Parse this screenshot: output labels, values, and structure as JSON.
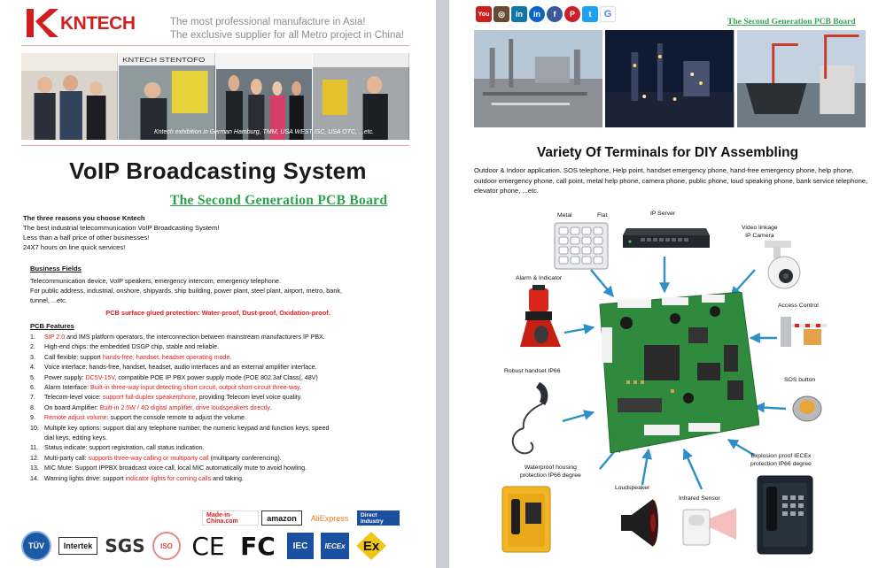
{
  "left": {
    "logo_text": "KNTECH",
    "tagline": [
      "The most professional manufacture in Asia!",
      "The exclusive supplier for all Metro project in China!"
    ],
    "banner_caption": "Kntech exhibition in German Hamburg, TMM, USA WEST ISC, USA OTC, ...etc.",
    "banner_sign": "KNTECH STENTOFO",
    "title": "VoIP Broadcasting System",
    "subtitle": "The Second Generation PCB Board",
    "reasons_heading": "The three reasons you choose Kntech",
    "reasons": [
      "The best industrial telecommunication VoIP Broadcasting System!",
      "Less than a half price of other businesses!",
      "24X7 hours on line quick services!"
    ],
    "business_heading": "Business Fields",
    "business_lines": [
      "Telecommunication device, VoIP speakers, emergency intercom, emergency telephone.",
      "For public address, industrial, onshore, shipyards, ship building, power plant, steel plant, airport, metro, bank,",
      "tunnel, ...etc."
    ],
    "protection": "PCB surface glued protection: Water-proof, Dust-proof, Oxidation-proof.",
    "features_heading": "PCB Features",
    "features": [
      {
        "n": "1.",
        "a": "",
        "r": "SIP 2.0",
        "b": " and IMS platform operators, the interconnection between mainstream manufacturers IP PBX."
      },
      {
        "n": "2.",
        "a": "High-end chips: the embedded DSGP chip, stable and reliable.",
        "r": "",
        "b": ""
      },
      {
        "n": "3.",
        "a": "Call flexible: support ",
        "r": "hands-free, handset, headset operating mode",
        "b": "."
      },
      {
        "n": "4.",
        "a": "Voice interface: hands-free, handset, headset, audio interfaces and an external amplifier interface.",
        "r": "",
        "b": ""
      },
      {
        "n": "5.",
        "a": "Power supply: ",
        "r": "DC5V-15V",
        "b": ", compatible POE IP PBX power supply mode (POE 802.3af Class(, 48V)"
      },
      {
        "n": "6.",
        "a": "Alarm Interface: ",
        "r": "Built-in three-way input detecting short circuit, output short-circuit three-way",
        "b": "."
      },
      {
        "n": "7.",
        "a": "Telecom-level voice: ",
        "r": "support full-duplex speakerphone",
        "b": ", providing Telecom level voice quality."
      },
      {
        "n": "8.",
        "a": "On board Amplifier: ",
        "r": "Built-in 2.5W / 4Ω digital amplifier, drive loudspeakers directly",
        "b": "."
      },
      {
        "n": "9.",
        "a": "",
        "r": "Remote adjust volume",
        "b": ": support the console remote to adjust the volume."
      },
      {
        "n": "10.",
        "a": "  Multiple key options: support dial any telephone number, the numeric keypad and function keys, speed",
        "r": "",
        "b": ""
      },
      {
        "n": "",
        "a": "dial keys, editing keys.",
        "r": "",
        "b": ""
      },
      {
        "n": "11.",
        "a": "Status indicate: support registration, call status indication.",
        "r": "",
        "b": ""
      },
      {
        "n": "12.",
        "a": "Multi-party call: ",
        "r": "supports three-way calling or multiparty call",
        "b": " (multiparty conferencing)."
      },
      {
        "n": "13.",
        "a": "MIC Mute: Support IPPBX broadcast voice call, local MIC automatically mute to avoid howling.",
        "r": "",
        "b": ""
      },
      {
        "n": "14.",
        "a": "Warning lights drive: support ",
        "r": "indicator lights for coming calls",
        "b": " and taking."
      }
    ],
    "markets": [
      "Made-in-China.com",
      "amazon",
      "AliExpress",
      "Direct Industry"
    ],
    "certs": [
      "TÜV",
      "Intertek",
      "SGS",
      "ISO",
      "CE",
      "FC",
      "IEC",
      "IECEx",
      "Ex"
    ]
  },
  "right": {
    "social": [
      "You",
      "in",
      "in",
      "f",
      "P",
      "t",
      "G"
    ],
    "link_title": "The Second Generation PCB Board",
    "title": "Variety Of Terminals for DIY Assembling",
    "description": "Outdoor & Indoor application. SOS telephone, Help point, handset emergency phone, hand-free emergency phone, help phone, outdoor emergency phone, call point, metal help phone, camera phone, public phone, loud speaking phone, bank service telephone, elevator phone, ...etc.",
    "labels": {
      "metal": "Metal",
      "flat": "Flat",
      "ip_server": "IP Server",
      "video": "Video linkage",
      "ip_camera": "IP Camera",
      "alarm": "Alarm & Indicator",
      "access": "Access Control",
      "handset": "Robust handset IP66",
      "sos": "SOS button",
      "explosion_1": "Explosion proof IECEx",
      "explosion_2": "protection IP66 degree",
      "waterproof_1": "Waterproof housing",
      "waterproof_2": "protection IP66 degree",
      "loudspeaker": "Loudspeaker",
      "infrared": "Infrared Sensor"
    },
    "colors": {
      "accent_red": "#e41d1d",
      "green_title": "#2aa34a",
      "pcb_green": "#2f8a3e",
      "arrow_blue": "#2d8fc7"
    }
  }
}
